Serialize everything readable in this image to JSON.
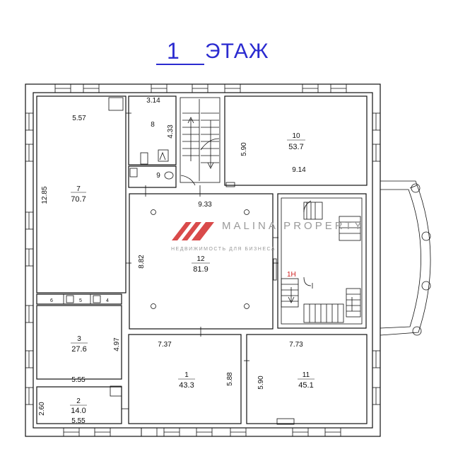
{
  "title": {
    "floor_number": "1",
    "floor_word": "ЭТАЖ"
  },
  "watermark": {
    "name": "MALINA PROPERTY",
    "tagline": "НЕДВИЖИМОСТЬ ДЛЯ БИЗНЕСА"
  },
  "rooms": {
    "r1": {
      "number": "1",
      "area": "43.3"
    },
    "r2": {
      "number": "2",
      "area": "14.0"
    },
    "r3": {
      "number": "3",
      "area": "27.6"
    },
    "r4": {
      "number": "4"
    },
    "r5": {
      "number": "5"
    },
    "r6": {
      "number": "6"
    },
    "r7": {
      "number": "7",
      "area": "70.7"
    },
    "r8": {
      "number": "8"
    },
    "r9": {
      "number": "9"
    },
    "r10": {
      "number": "10",
      "area": "53.7"
    },
    "r11": {
      "number": "11",
      "area": "45.1"
    },
    "r12": {
      "number": "12",
      "area": "81.9"
    },
    "r1h": {
      "label": "1Н"
    }
  },
  "dimensions": {
    "d_7_top": "5.57",
    "d_7_side": "12.85",
    "d_8_top": "3.14",
    "d_8_side": "4.33",
    "d_10_side": "5.90",
    "d_10_bottom": "9.14",
    "d_12_top": "9.33",
    "d_12_side": "8.82",
    "d_3_side": "4.97",
    "d_3_bottom": "5.55",
    "d_1_top": "7.37",
    "d_1_side": "5.88",
    "d_11_top": "7.73",
    "d_11_side": "5.90",
    "d_2_side": "2.60",
    "d_2_bottom": "5.55"
  },
  "colors": {
    "title": "#2b2bd0",
    "watermark_logo": "#d94a4a",
    "stair_label": "#d02020"
  }
}
